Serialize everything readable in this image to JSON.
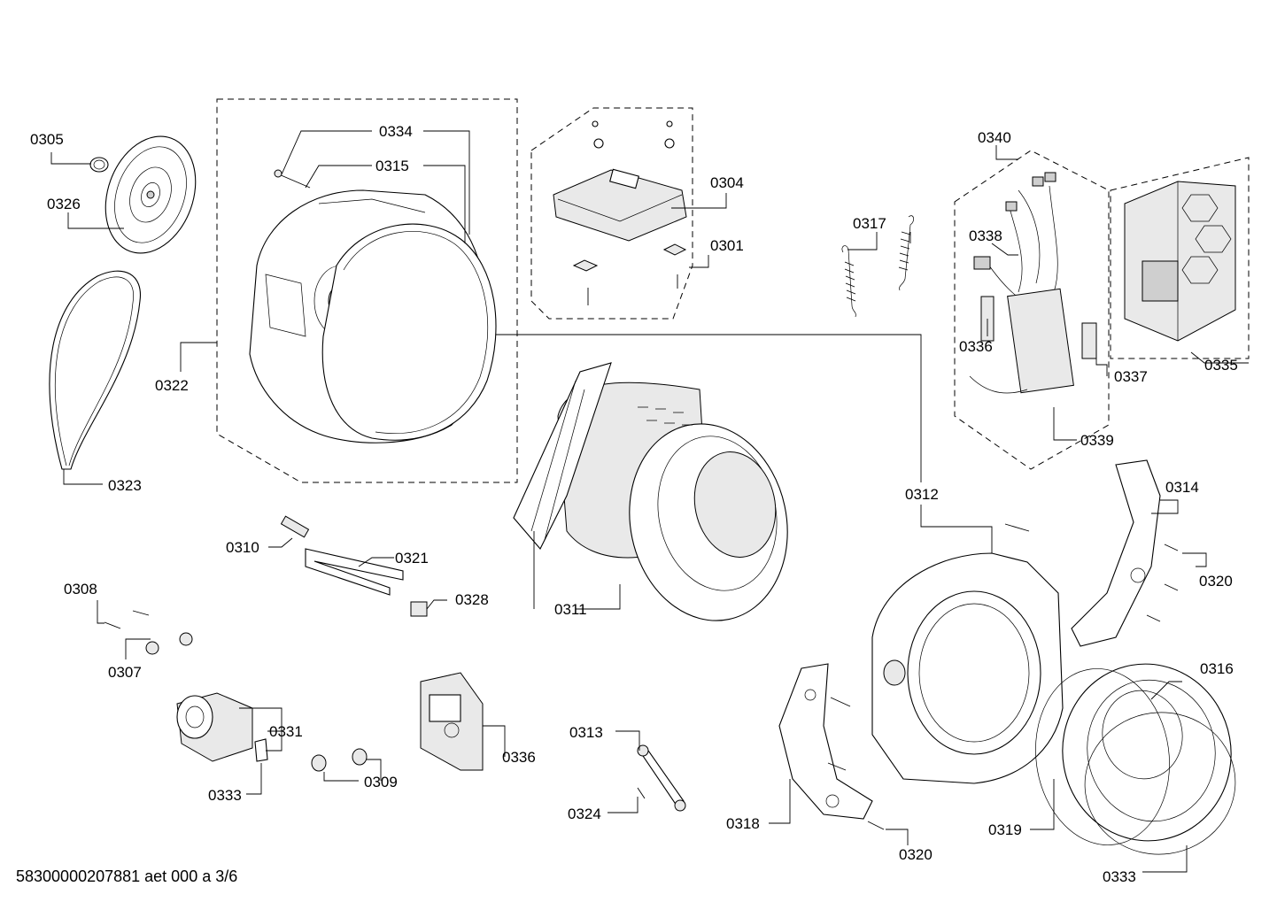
{
  "footer": {
    "doc_id": "58300000207881 aet 000 a 3/6"
  },
  "labels": {
    "p0305": "0305",
    "p0326": "0326",
    "p0323": "0323",
    "p0322": "0322",
    "p0334": "0334",
    "p0315": "0315",
    "p0304": "0304",
    "p0301": "0301",
    "p0317": "0317",
    "p0340": "0340",
    "p0338": "0338",
    "p0336a": "0336",
    "p0337": "0337",
    "p0335": "0335",
    "p0339": "0339",
    "p0312": "0312",
    "p0314": "0314",
    "p0320a": "0320",
    "p0310": "0310",
    "p0321": "0321",
    "p0328": "0328",
    "p0308": "0308",
    "p0307": "0307",
    "p0311": "0311",
    "p0331": "0331",
    "p0333a": "0333",
    "p0309": "0309",
    "p0336b": "0336",
    "p0313": "0313",
    "p0324": "0324",
    "p0318": "0318",
    "p0320b": "0320",
    "p0319": "0319",
    "p0316": "0316",
    "p0333b": "0333"
  }
}
